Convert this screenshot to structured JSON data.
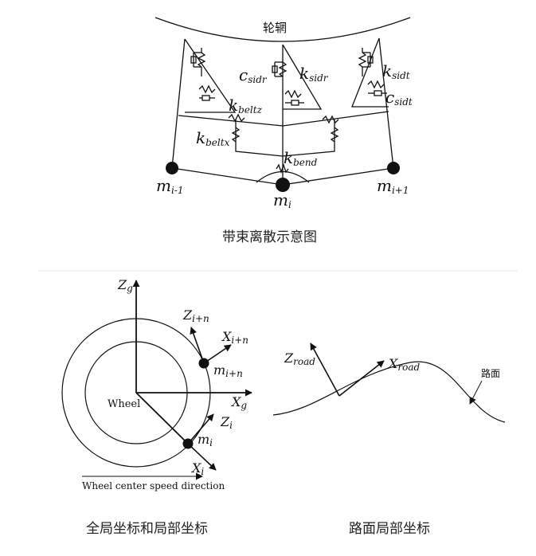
{
  "top_diagram": {
    "rim_label": "轮辋",
    "caption": "带束离散示意图",
    "labels": {
      "c_sidr": {
        "base": "c",
        "sub": "sidr"
      },
      "k_sidr": {
        "base": "k",
        "sub": "sidr"
      },
      "k_sidt": {
        "base": "k",
        "sub": "sidt"
      },
      "c_sidt": {
        "base": "c",
        "sub": "sidt"
      },
      "k_beltz": {
        "base": "k",
        "sub": "beltz"
      },
      "k_beltx": {
        "base": "k",
        "sub": "beltx"
      },
      "k_bend": {
        "base": "k",
        "sub": "bend"
      },
      "m_prev": {
        "base": "m",
        "sub": "i-1"
      },
      "m_i": {
        "base": "m",
        "sub": "i"
      },
      "m_next": {
        "base": "m",
        "sub": "i+1"
      }
    }
  },
  "global_coords": {
    "caption": "全局坐标和局部坐标",
    "wheel_label": "Wheel",
    "speed_label": "Wheel center speed direction",
    "labels": {
      "Zg": {
        "base": "Z",
        "sub": "g"
      },
      "Xg": {
        "base": "X",
        "sub": "g"
      },
      "Zin": {
        "base": "Z",
        "sub": "i+n"
      },
      "Xin": {
        "base": "X",
        "sub": "i+n"
      },
      "min": {
        "base": "m",
        "sub": "i+n"
      },
      "Zi": {
        "base": "Z",
        "sub": "i"
      },
      "mi": {
        "base": "m",
        "sub": "i"
      },
      "Xi": {
        "base": "X",
        "sub": "i"
      }
    }
  },
  "road_coords": {
    "caption": "路面局部坐标",
    "road_label": "路面",
    "labels": {
      "Zroad": {
        "base": "Z",
        "sub": "road"
      },
      "Xroad": {
        "base": "X",
        "sub": "road"
      }
    }
  }
}
